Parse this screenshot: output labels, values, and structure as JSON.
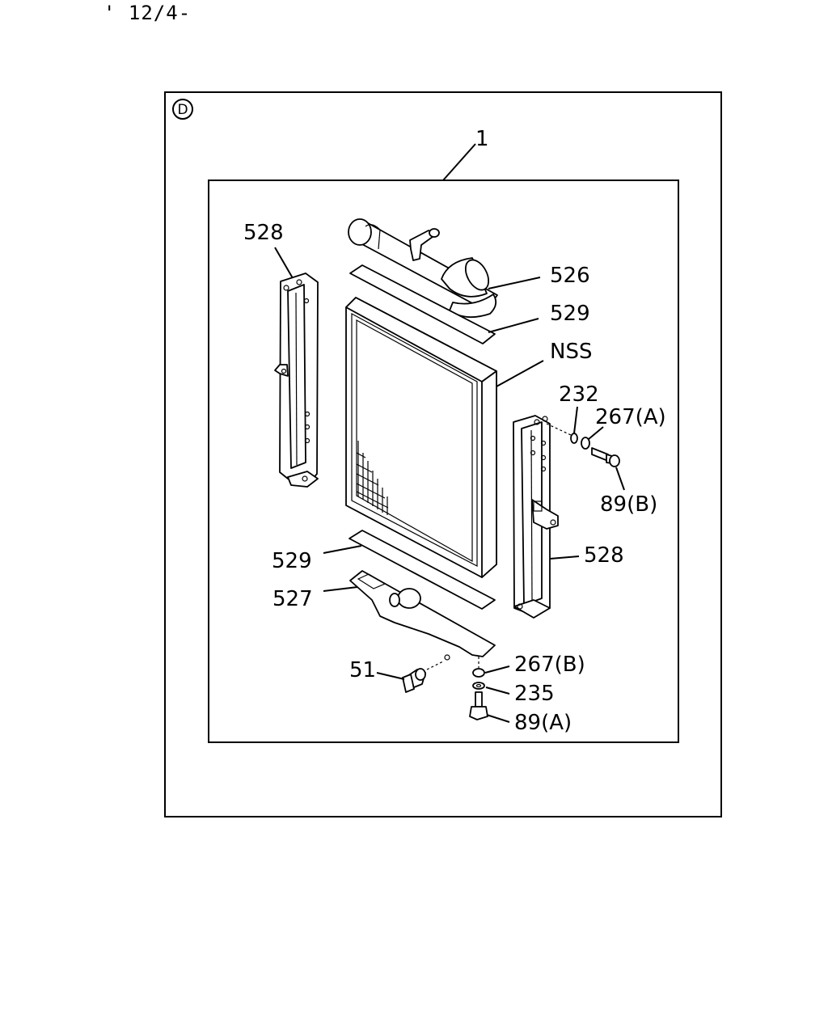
{
  "header": {
    "code": "' 12/4-"
  },
  "diagram": {
    "section_mark": "D",
    "labels": {
      "assembly": "1",
      "bracket_left": "528",
      "tank_upper": "526",
      "seal_upper": "529",
      "core": "NSS",
      "part_232": "232",
      "washer_upper": "267(A)",
      "bolt_upper": "89(B)",
      "bracket_right": "528",
      "seal_lower": "529",
      "tank_lower": "527",
      "drain_cock": "51",
      "washer_lower": "267(B)",
      "part_235": "235",
      "bolt_lower": "89(A)"
    }
  }
}
